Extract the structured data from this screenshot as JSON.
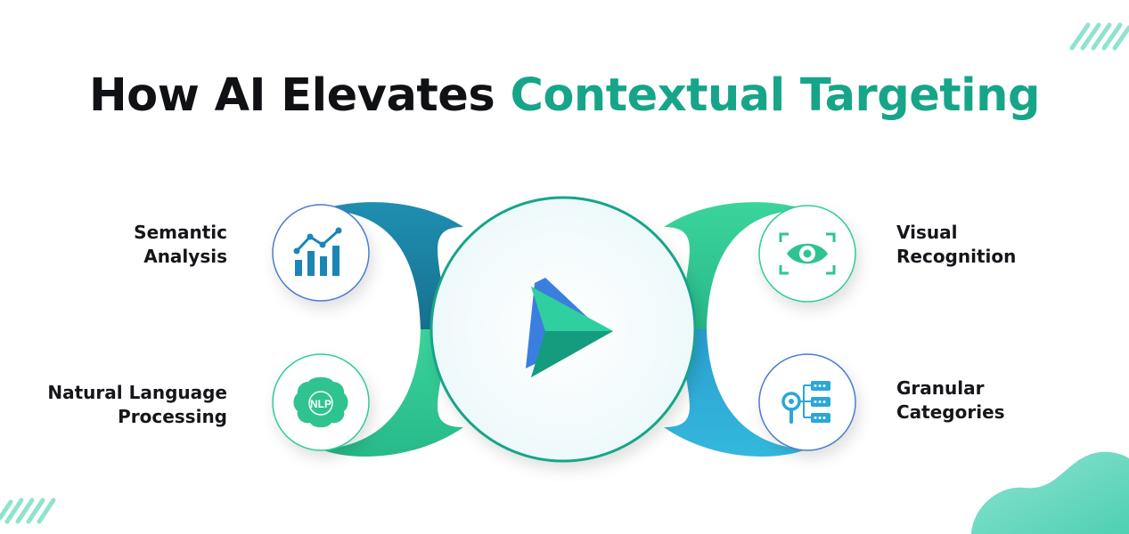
{
  "title": {
    "part1": "How AI Elevates ",
    "part2": "Contextual Targeting"
  },
  "features": [
    {
      "line1": "Semantic",
      "line2": "Analysis",
      "icon": "bar-chart-trend-icon"
    },
    {
      "line1": "Natural Language",
      "line2": "Processing",
      "icon": "nlp-brain-icon"
    },
    {
      "line1": "Visual",
      "line2": "Recognition",
      "icon": "eye-scan-icon"
    },
    {
      "line1": "Granular",
      "line2": "Categories",
      "icon": "category-hierarchy-icon"
    }
  ],
  "center": {
    "icon": "play-logo-icon"
  },
  "nlp_badge": "NLP",
  "colors": {
    "accent": "#17a589",
    "title": "#101114",
    "teal": "#1aa38a",
    "blue": "#1b7fa6",
    "green": "#2fcc92",
    "sky": "#2ba7d6"
  }
}
